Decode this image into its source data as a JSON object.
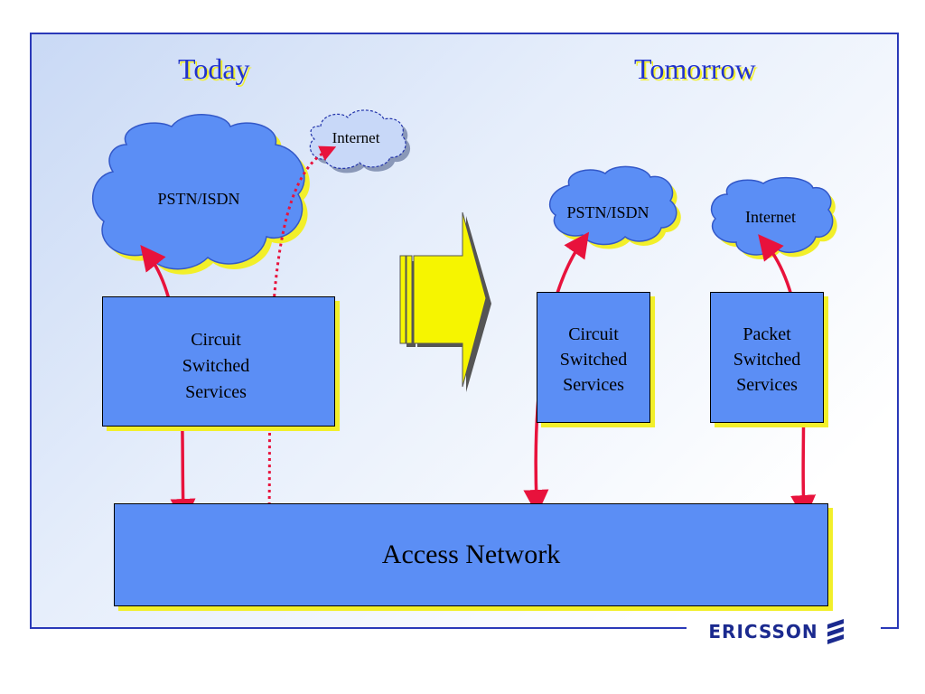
{
  "headings": {
    "left": "Today",
    "right": "Tomorrow"
  },
  "clouds": {
    "today_pstn": "PSTN/ISDN",
    "today_internet": "Internet",
    "tomorrow_pstn": "PSTN/ISDN",
    "tomorrow_internet": "Internet"
  },
  "boxes": {
    "today_circuit": [
      "Circuit",
      "Switched",
      "Services"
    ],
    "tomorrow_circuit": [
      "Circuit",
      "Switched",
      "Services"
    ],
    "tomorrow_packet": [
      "Packet",
      "Switched",
      "Services"
    ]
  },
  "access_network": "Access Network",
  "logo": {
    "text": "ERICSSON"
  },
  "colors": {
    "box_fill": "#5b8ef5",
    "shadow": "#f2ef2a",
    "heading": "#2233cc",
    "arrow": "#e8123c",
    "frame": "#2a39b8",
    "logo": "#1b2a8f"
  }
}
